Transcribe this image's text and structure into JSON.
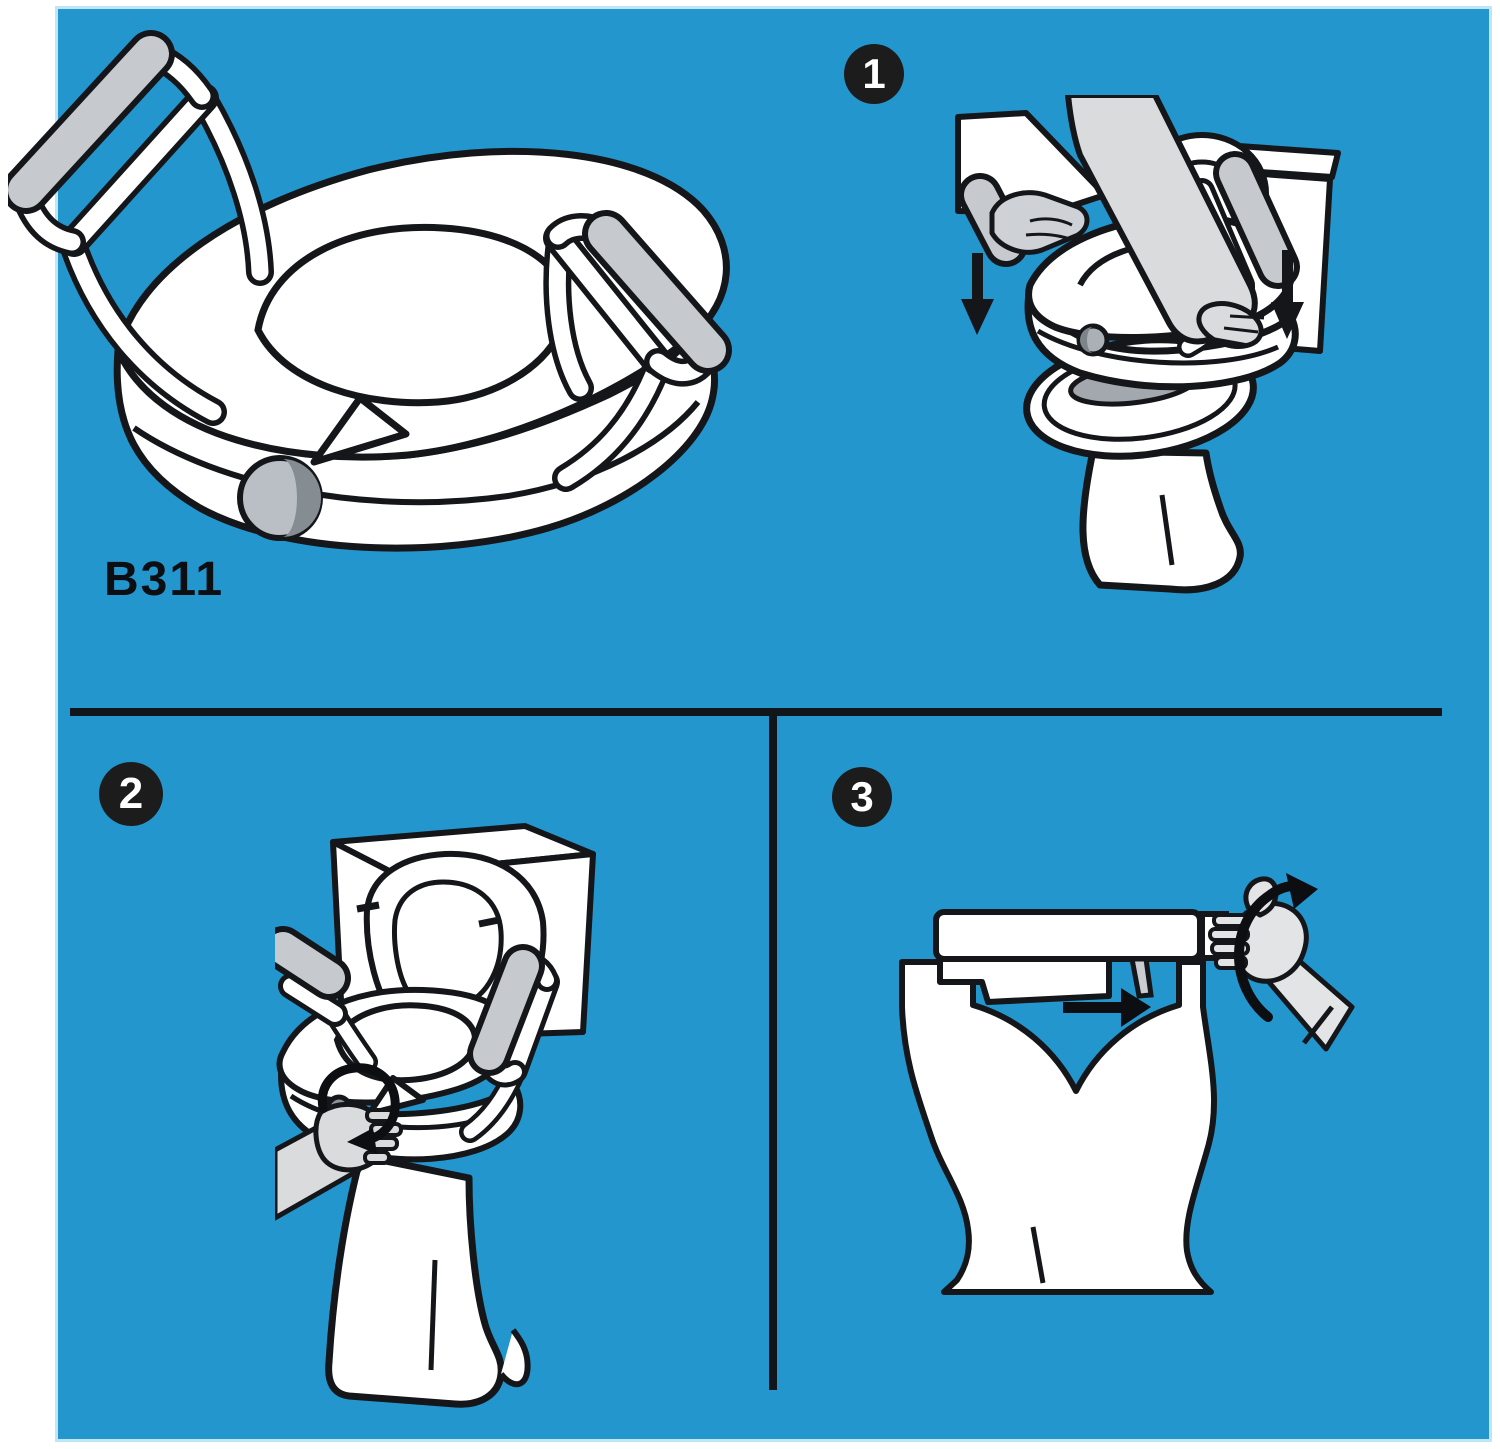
{
  "product": {
    "model_label": "B311"
  },
  "steps": [
    {
      "number": "1"
    },
    {
      "number": "2"
    },
    {
      "number": "3"
    }
  ],
  "icons": {
    "step1": [
      "down-arrow",
      "down-arrow"
    ],
    "step2": [
      "clockwise-rotation-arrow"
    ],
    "step3": [
      "slide-right-arrow",
      "twist-up-arrow"
    ]
  },
  "colors": {
    "page_background": "#ffffff",
    "panel_blue": "#2396ce",
    "panel_edge": "#bfe6f4",
    "outline": "#14161a",
    "foam_gray": "#c6cacf",
    "hand_gray": "#d9dbdd",
    "knob_gray": "#9aa0a5",
    "bowl_shadow_gray": "#a2a8ad",
    "divider": "#11161b",
    "badge_background": "#1c1c1c",
    "badge_text": "#ffffff",
    "label_text": "#0c0e12"
  }
}
